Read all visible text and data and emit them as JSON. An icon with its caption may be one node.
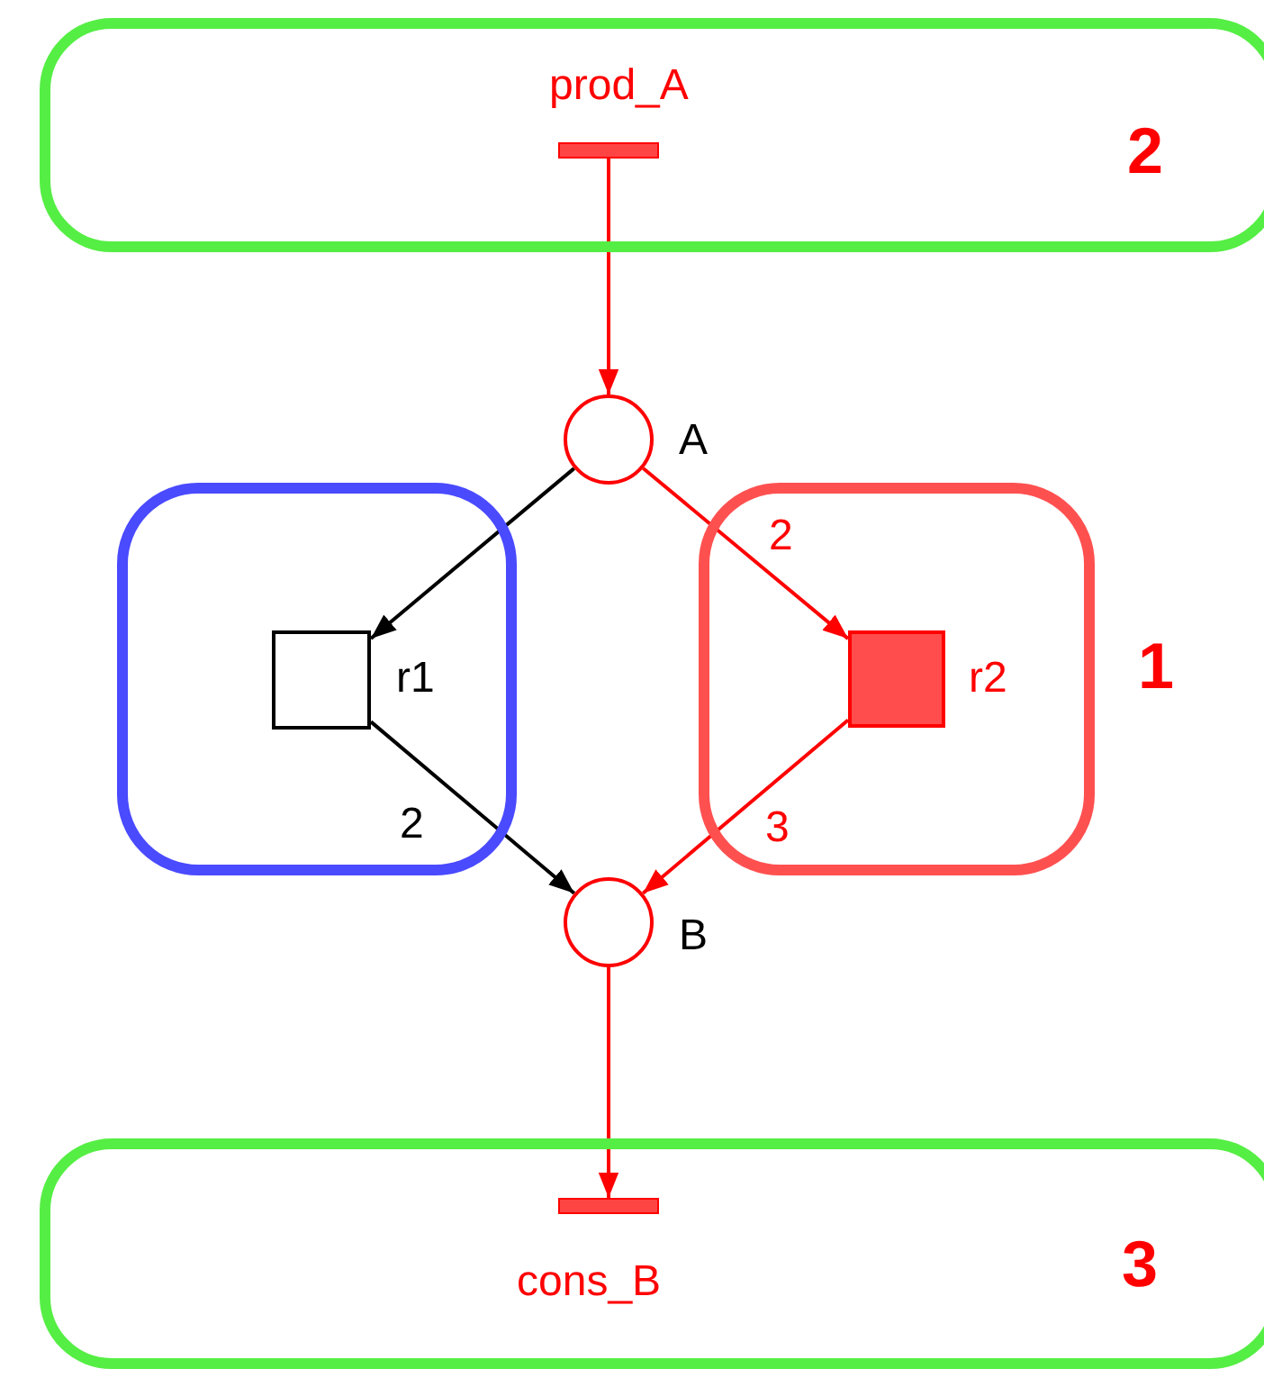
{
  "diagram": {
    "nodes": [
      {
        "text": [
          "2"
        ]
      },
      {
        "text": [
          "prod_A"
        ],
        "in": 0
      },
      {
        "text": [
          "A"
        ]
      },
      {
        "text": [],
        "shape": "box"
      },
      {
        "text": [
          "r1"
        ],
        "in": 3
      },
      {
        "text": [
          "1"
        ]
      },
      {
        "text": [
          "r2"
        ],
        "in": 5
      },
      {
        "text": [
          "B"
        ]
      },
      {
        "text": [
          "3"
        ]
      },
      {
        "text": [
          "cons_B"
        ],
        "in": 8
      }
    ],
    "edges": [
      {
        "from": 1,
        "to": 2,
        "arrow": "to"
      },
      {
        "from": 2,
        "to": 4,
        "arrow": "to",
        "color": "#000000"
      },
      {
        "from": 2,
        "to": 6,
        "arrow": "to",
        "label": "2"
      },
      {
        "from": 4,
        "to": 7,
        "arrow": "to",
        "label": "2",
        "color": "#000000"
      },
      {
        "from": 6,
        "to": 7,
        "arrow": "to",
        "label": "3"
      },
      {
        "from": 7,
        "to": 9,
        "arrow": "to"
      }
    ]
  }
}
